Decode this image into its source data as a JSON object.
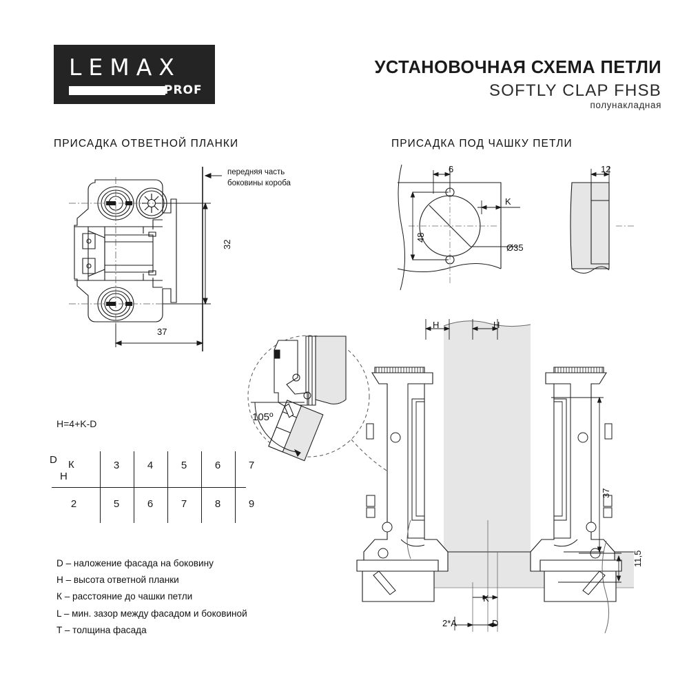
{
  "logo": {
    "name": "LEMAX",
    "suffix": "PROF"
  },
  "header": {
    "title": "УСТАНОВОЧНАЯ СХЕМА ПЕТЛИ",
    "model": "SOFTLY CLAP FHSB",
    "type": "полунакладная"
  },
  "sections": {
    "plate": "ПРИСАДКА ОТВЕТНОЙ ПЛАНКИ",
    "cup": "ПРИСАДКА ПОД ЧАШКУ ПЕТЛИ"
  },
  "plate_view": {
    "note_line1": "передняя часть",
    "note_line2": "боковины короба",
    "dim_vertical": "32",
    "dim_horizontal": "37"
  },
  "cup_view": {
    "dim_offset": "6",
    "dim_spacing": "48",
    "dim_edge": "K",
    "dim_diameter": "Ø35",
    "dim_depth": "12"
  },
  "detail_callout": {
    "angle": "105º"
  },
  "assembly_view": {
    "dim_h_left": "H",
    "dim_h_right": "H",
    "dim_height": "37",
    "dim_plate_height": "11,5",
    "dim_k": "K",
    "dim_d": "D",
    "dim_2a": "2*A"
  },
  "formula": "H=4+K-D",
  "table": {
    "header_d": "D",
    "header_k": "К",
    "header_h": "H",
    "k_values": [
      "3",
      "4",
      "5",
      "6",
      "7"
    ],
    "d_value": "2",
    "h_values": [
      "5",
      "6",
      "7",
      "8",
      "9"
    ]
  },
  "legend": {
    "items": [
      "D – наложение фасада на боковину",
      "H – высота ответной планки",
      "К – расстояние до чашки петли",
      "L – мин. зазор между фасадом и боковиной",
      "T – толщина фасада"
    ]
  },
  "colors": {
    "ink": "#1a1a1a",
    "panel_fill": "#e6e6e6",
    "logo_bg": "#242424"
  }
}
